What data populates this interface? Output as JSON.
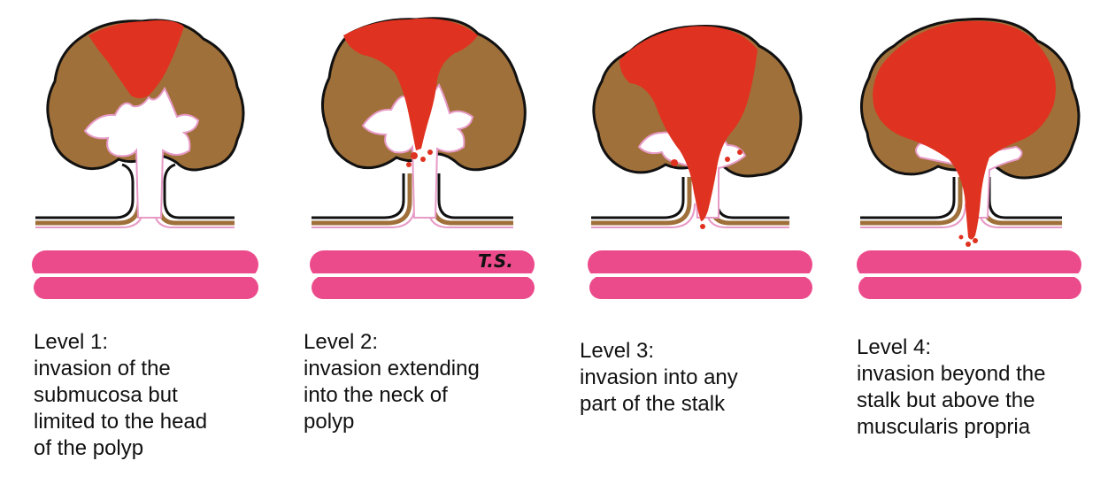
{
  "colors": {
    "background": "#ffffff",
    "mucosa": "#a0703a",
    "invasion": "#e03220",
    "submucosa": "#ffffff",
    "muscularis": "#ec4b8b",
    "outline": "#111111",
    "lining": "#e79ac6"
  },
  "panels": [
    {
      "level_label": "Level 1:",
      "description_lines": [
        "invasion of the",
        "submucosa but",
        "limited to the head",
        "of the polyp"
      ]
    },
    {
      "level_label": "Level 2:",
      "description_lines": [
        "invasion extending",
        "into the neck of",
        "polyp"
      ]
    },
    {
      "level_label": "Level 3:",
      "description_lines": [
        "invasion into any",
        "part of the stalk"
      ]
    },
    {
      "level_label": "Level 4:",
      "description_lines": [
        "invasion beyond the",
        "stalk but above the",
        "muscularis propria"
      ]
    }
  ],
  "signature": "T.S."
}
